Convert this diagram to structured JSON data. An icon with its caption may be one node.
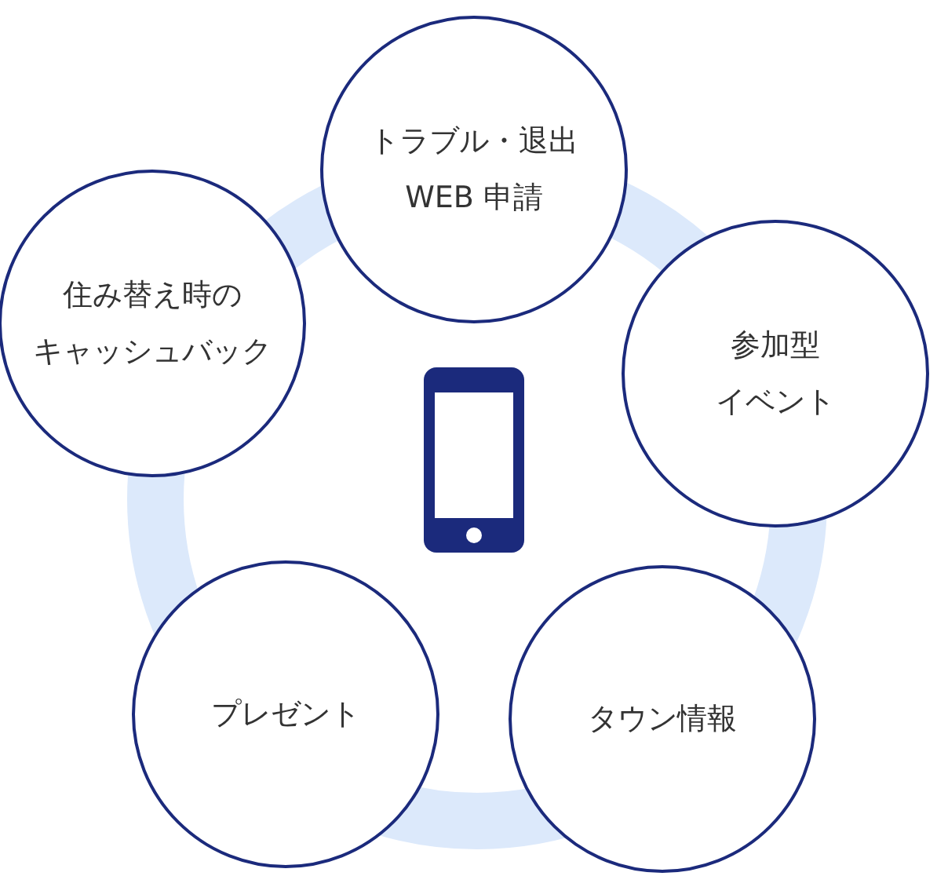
{
  "diagram": {
    "nodes": [
      {
        "text": [
          "トラブル・退出WEB 申請"
        ]
      },
      {
        "text": [
          "住み替え時のキャッシュバック"
        ]
      },
      {
        "text": [
          "参加型イベント"
        ]
      },
      {
        "text": [
          "プレゼント"
        ]
      },
      {
        "text": [
          "タウン情報"
        ]
      }
    ]
  }
}
